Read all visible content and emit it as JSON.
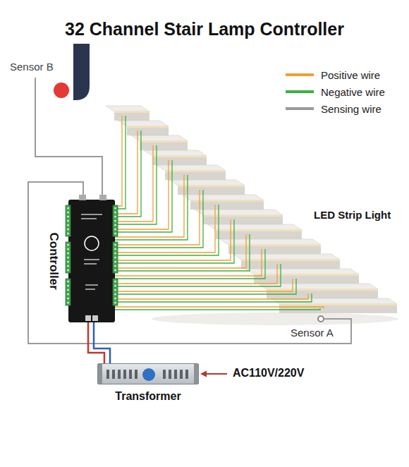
{
  "diagram": {
    "title": "32 Channel Stair Lamp Controller",
    "nodes": [
      {
        "text": [
          "Controller"
        ]
      },
      {
        "text": [
          "Transformer"
        ]
      }
    ],
    "edges": [
      {
        "from": 1,
        "to": 0,
        "arrow": "none"
      }
    ],
    "labels": [
      "Sensor B",
      "LED Strip Light",
      "Sensor A",
      "AC110V/220V"
    ],
    "legend": [
      {
        "text": "Positive wire",
        "color": "#f0a030"
      },
      {
        "text": "Negative wire",
        "color": "#3cb043"
      },
      {
        "text": "Sensing wire",
        "color": "#9a9a9a"
      }
    ]
  }
}
